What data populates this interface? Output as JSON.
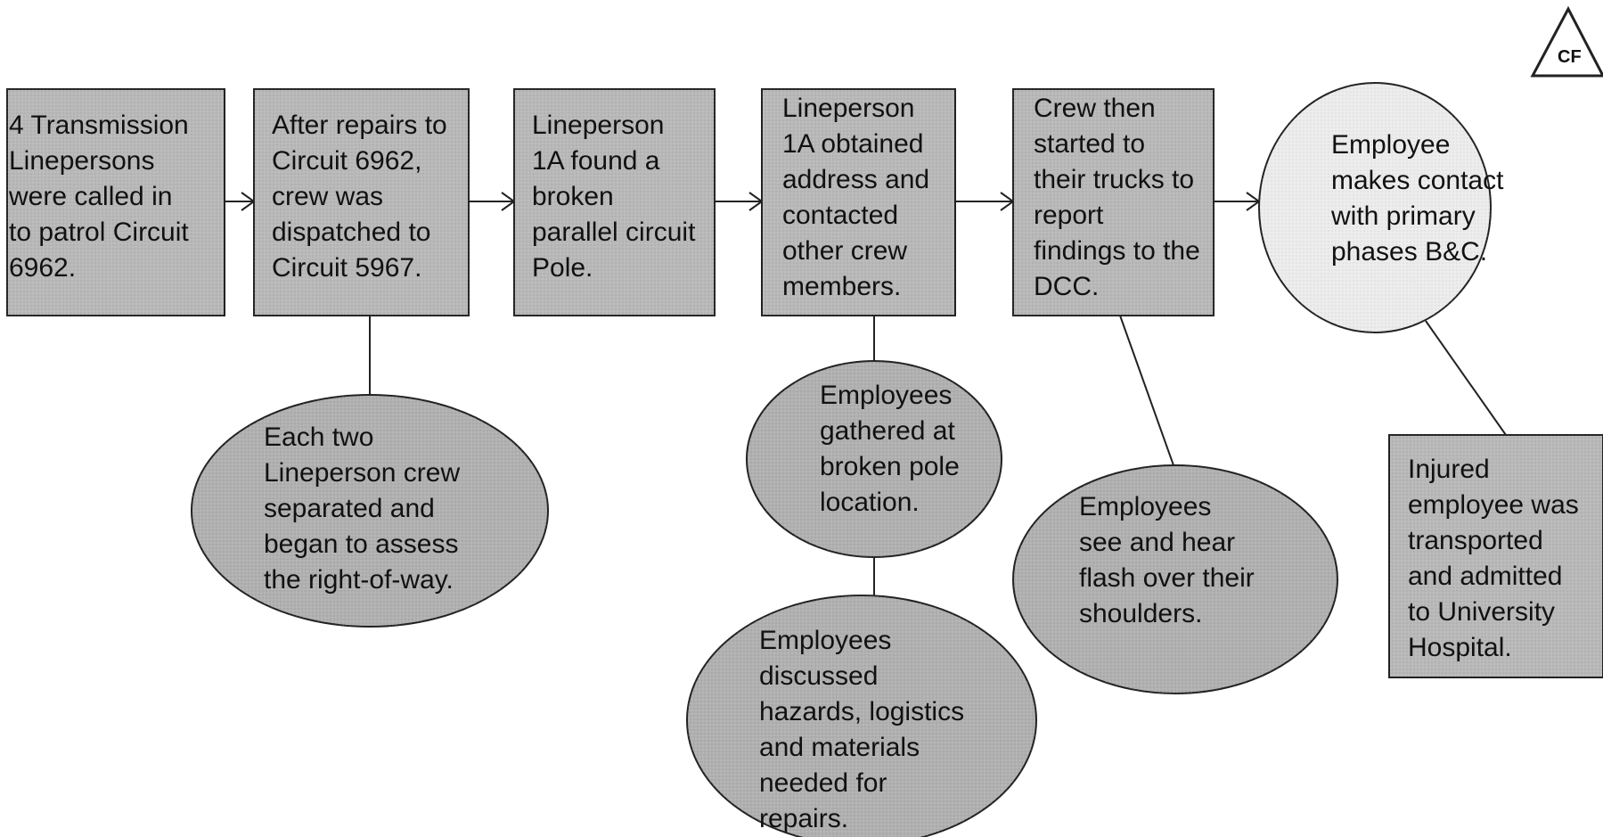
{
  "badge": {
    "label": "CF"
  },
  "nodes": [
    {
      "id": "n1",
      "shape": "box",
      "lines": [
        "4 Transmission",
        "Linepersons",
        "were called in",
        "to patrol Circuit",
        "6962."
      ]
    },
    {
      "id": "n2",
      "shape": "box",
      "lines": [
        "After repairs to",
        "Circuit 6962,",
        "crew was",
        "dispatched to",
        "Circuit 5967."
      ]
    },
    {
      "id": "n3",
      "shape": "box",
      "lines": [
        "Lineperson",
        "1A found a",
        "broken",
        "parallel circuit",
        "Pole."
      ]
    },
    {
      "id": "n4",
      "shape": "box",
      "lines": [
        "Lineperson",
        "1A obtained",
        "address and",
        "contacted",
        "other crew",
        "members."
      ]
    },
    {
      "id": "n5",
      "shape": "box",
      "lines": [
        "Crew then",
        "started to",
        "their trucks to",
        "report",
        "findings to the",
        "DCC."
      ]
    },
    {
      "id": "n6",
      "shape": "circle",
      "lines": [
        "Employee",
        "makes contact",
        "with primary",
        "phases B&C."
      ]
    },
    {
      "id": "n7",
      "shape": "ellipse",
      "lines": [
        "Each two",
        "Lineperson crew",
        "separated and",
        "began to assess",
        "the right-of-way."
      ]
    },
    {
      "id": "n8",
      "shape": "ellipse",
      "lines": [
        "Employees",
        "gathered at",
        "broken pole",
        "location."
      ]
    },
    {
      "id": "n9",
      "shape": "ellipse",
      "lines": [
        "Employees",
        "discussed",
        "hazards, logistics",
        "and materials",
        "needed for",
        "repairs."
      ]
    },
    {
      "id": "n10",
      "shape": "ellipse",
      "lines": [
        "Employees",
        "see and hear",
        "flash over their",
        "shoulders."
      ]
    },
    {
      "id": "n11",
      "shape": "box",
      "lines": [
        "Injured",
        "employee was",
        "transported",
        "and admitted",
        "to University",
        "Hospital."
      ]
    }
  ],
  "edges": [
    {
      "from": "n1",
      "to": "n2",
      "type": "arrow"
    },
    {
      "from": "n2",
      "to": "n3",
      "type": "arrow"
    },
    {
      "from": "n3",
      "to": "n4",
      "type": "arrow"
    },
    {
      "from": "n4",
      "to": "n5",
      "type": "arrow"
    },
    {
      "from": "n5",
      "to": "n6",
      "type": "arrow"
    },
    {
      "from": "n2",
      "to": "n7",
      "type": "line"
    },
    {
      "from": "n4",
      "to": "n8",
      "type": "line"
    },
    {
      "from": "n8",
      "to": "n9",
      "type": "line"
    },
    {
      "from": "n5",
      "to": "n10",
      "type": "line"
    },
    {
      "from": "n6",
      "to": "n11",
      "type": "line"
    }
  ]
}
